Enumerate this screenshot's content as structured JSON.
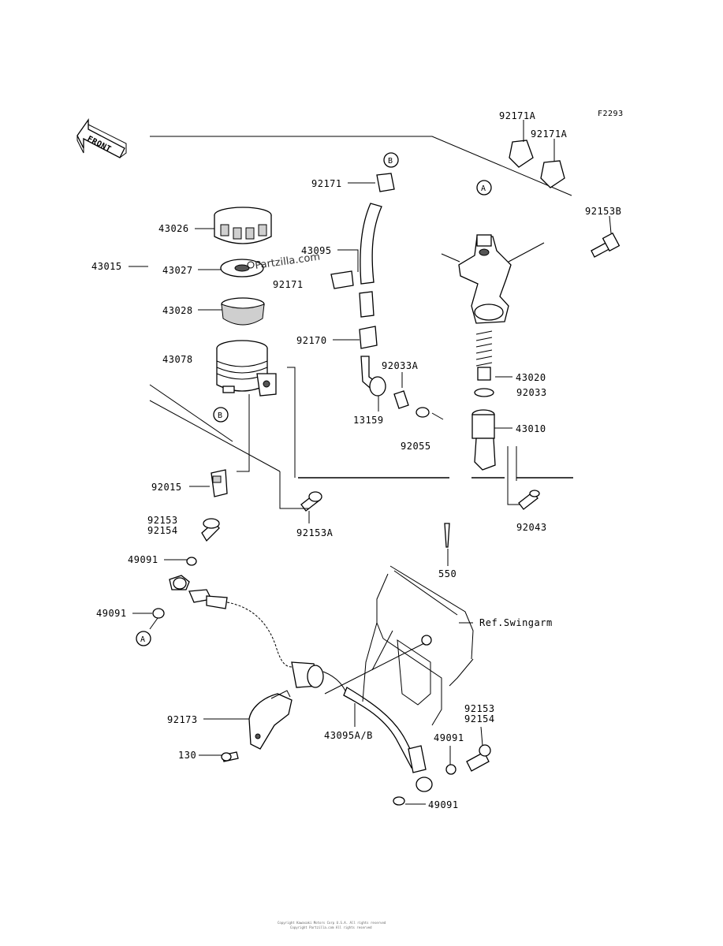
{
  "figure_code": "F2293",
  "front_label": "FRONT",
  "watermark": "Partzilla.com",
  "footer_lines": [
    "Copyright Kawasaki Motors Corp U.S.A. All rights reserved",
    "Copyright Partzilla.com All rights reserved"
  ],
  "callouts": {
    "A": "A",
    "B": "B"
  },
  "labels": {
    "p92171A_1": "92171A",
    "p92171A_2": "92171A",
    "p92153B": "92153B",
    "p92171_top": "92171",
    "p43026": "43026",
    "p43015": "43015",
    "p43027": "43027",
    "p43095": "43095",
    "p92171_mid": "92171",
    "p43028": "43028",
    "p92170": "92170",
    "p43078": "43078",
    "p92033A": "92033A",
    "p43020": "43020",
    "p92033": "92033",
    "p13159": "13159",
    "p43010": "43010",
    "p92055": "92055",
    "p92015": "92015",
    "p92153A": "92153A",
    "p92043": "92043",
    "p92153_L": "92153",
    "p92154_L": "92154",
    "p49091_L1": "49091",
    "p550": "550",
    "p49091_L2": "49091",
    "p_ref_swingarm": "Ref.Swingarm",
    "p92153_R": "92153",
    "p92154_R": "92154",
    "p92173": "92173",
    "p49091_R1": "49091",
    "p43095AB": "43095A/B",
    "p130": "130",
    "p49091_R2": "49091"
  }
}
